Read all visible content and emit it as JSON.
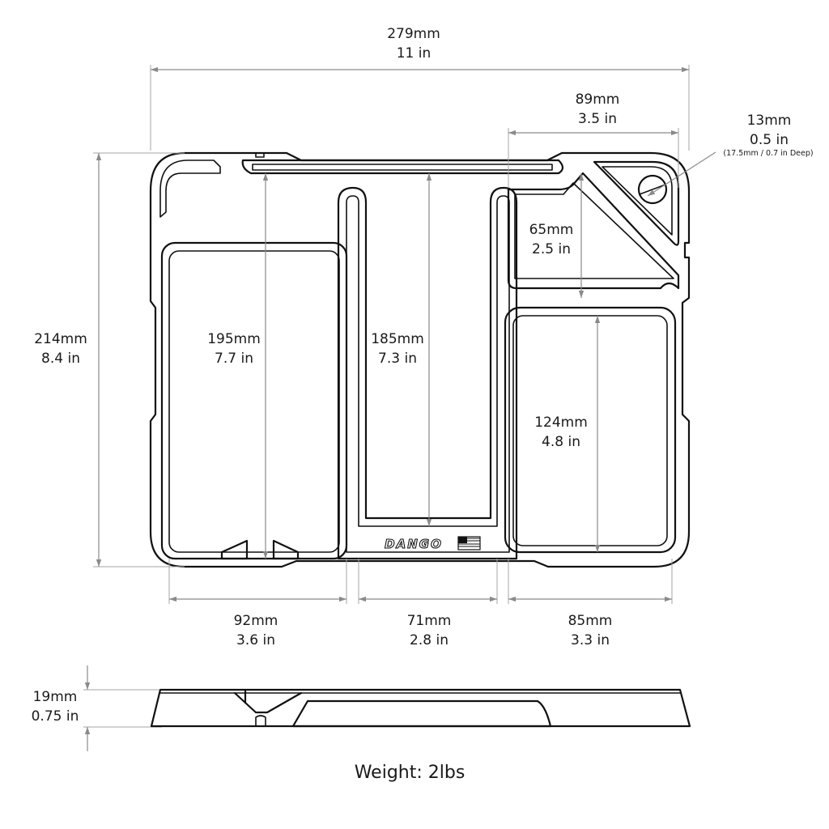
{
  "dimensions": {
    "overall_width": {
      "mm": "279mm",
      "in": "11 in"
    },
    "corner_pocket_width": {
      "mm": "89mm",
      "in": "3.5 in"
    },
    "hole_diameter": {
      "mm": "13mm",
      "in": "0.5 in",
      "note": "(17.5mm / 0.7 in Deep)"
    },
    "corner_pocket_height": {
      "mm": "65mm",
      "in": "2.5 in"
    },
    "overall_height": {
      "mm": "214mm",
      "in": "8.4 in"
    },
    "left_bin_length": {
      "mm": "195mm",
      "in": "7.7 in"
    },
    "middle_bin_length": {
      "mm": "185mm",
      "in": "7.3 in"
    },
    "right_bin_length": {
      "mm": "124mm",
      "in": "4.8 in"
    },
    "left_bin_width": {
      "mm": "92mm",
      "in": "3.6 in"
    },
    "middle_bin_width": {
      "mm": "71mm",
      "in": "2.8 in"
    },
    "right_bin_width": {
      "mm": "85mm",
      "in": "3.3 in"
    },
    "thickness": {
      "mm": "19mm",
      "in": "0.75 in"
    }
  },
  "brand": "DANGO",
  "weight": "Weight: 2lbs"
}
